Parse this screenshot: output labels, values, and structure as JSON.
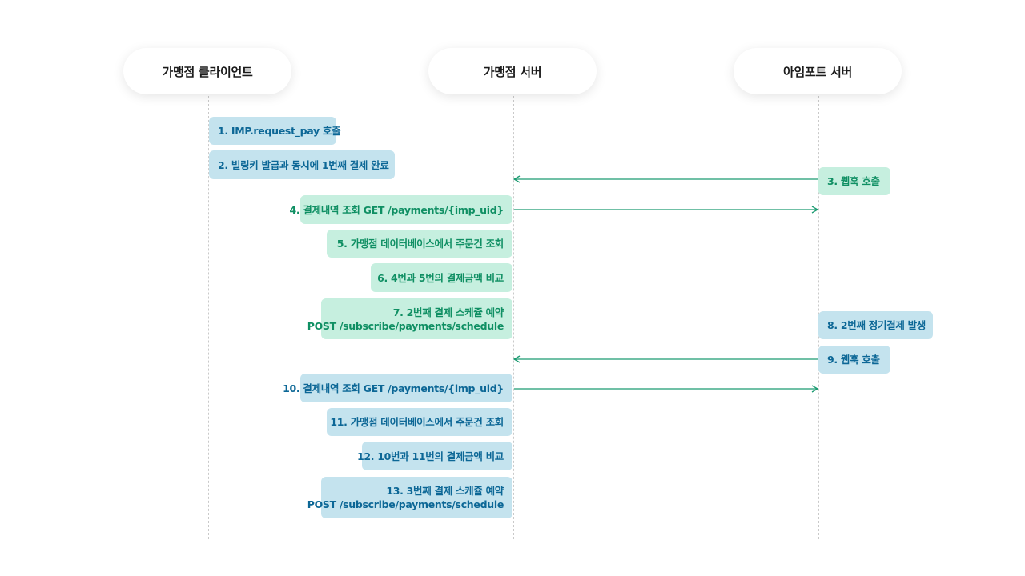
{
  "actors": {
    "client": "가맹점 클라이언트",
    "server": "가맹점 서버",
    "iamport": "아임포트 서버"
  },
  "steps": [
    {
      "text": "1. IMP.request_pay 호출",
      "color": "blue"
    },
    {
      "text": "2. 빌링키 발급과 동시에 1번째 결제 완료",
      "color": "blue"
    },
    {
      "text": "3. 웹훅 호출",
      "color": "green"
    },
    {
      "text": "4. 결제내역 조회 GET /payments/{imp_uid}",
      "color": "green"
    },
    {
      "text": "5. 가맹점 데이터베이스에서 주문건 조회",
      "color": "green"
    },
    {
      "text": "6. 4번과 5번의 결제금액 비교",
      "color": "green"
    },
    {
      "line1": "7. 2번째 결제 스케쥴 예약",
      "line2": "POST /subscribe/payments/schedule",
      "color": "green"
    },
    {
      "text": "8. 2번째 정기결제 발생",
      "color": "blue"
    },
    {
      "text": "9. 웹훅 호출",
      "color": "blue"
    },
    {
      "text": "10. 결제내역 조회 GET /payments/{imp_uid}",
      "color": "blue"
    },
    {
      "text": "11. 가맹점 데이터베이스에서 주문건 조회",
      "color": "blue"
    },
    {
      "text": "12. 10번과 11번의 결제금액 비교",
      "color": "blue"
    },
    {
      "line1": "13. 3번째 결제 스케쥴 예약",
      "line2": "POST /subscribe/payments/schedule",
      "color": "blue"
    }
  ],
  "arrow_color": "#1a9a70"
}
